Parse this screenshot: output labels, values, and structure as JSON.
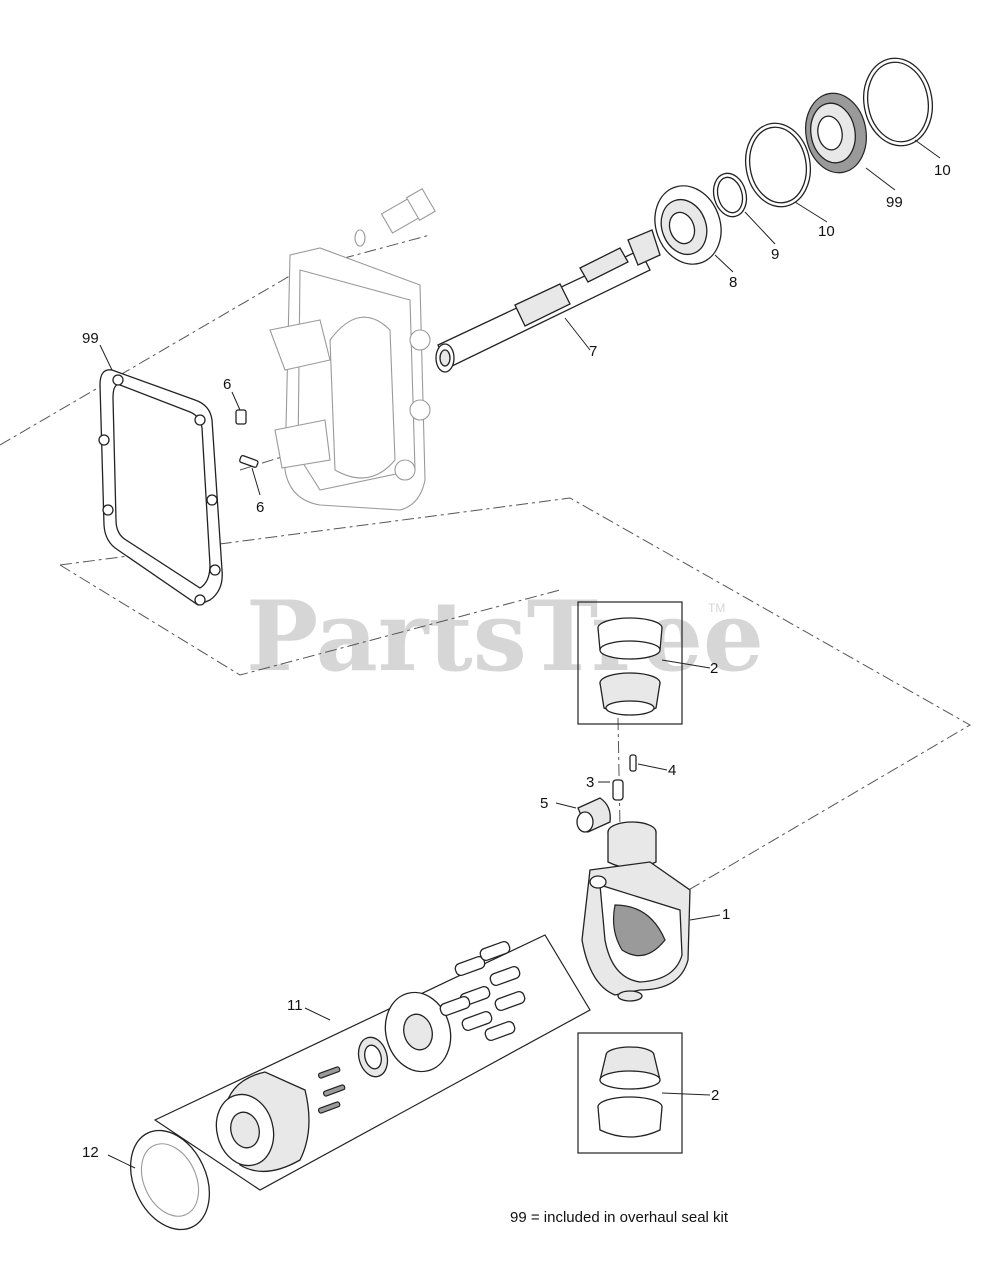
{
  "watermark": {
    "brand": "PartsTree",
    "trademark": "TM"
  },
  "callouts": {
    "c1": "1",
    "c2a": "2",
    "c2b": "2",
    "c3": "3",
    "c4": "4",
    "c5": "5",
    "c6a": "6",
    "c6b": "6",
    "c7": "7",
    "c8": "8",
    "c9": "9",
    "c10a": "10",
    "c10b": "10",
    "c11": "11",
    "c12": "12",
    "c99a": "99",
    "c99b": "99"
  },
  "note": "99 = included in overhaul seal kit"
}
